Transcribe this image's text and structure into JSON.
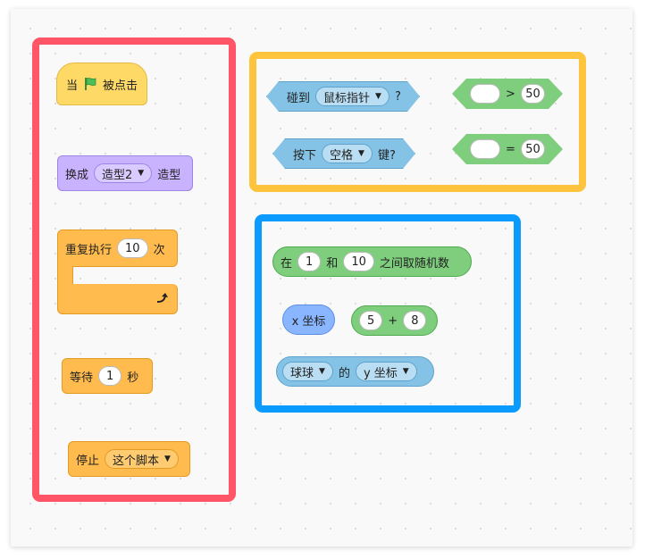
{
  "events": {
    "when_prefix": "当",
    "when_suffix": "被点击",
    "flag_icon": "green-flag-icon"
  },
  "looks": {
    "switch_prefix": "换成",
    "costume_value": "造型2",
    "switch_suffix": "造型"
  },
  "control": {
    "repeat_label": "重复执行",
    "repeat_count": "10",
    "repeat_suffix": "次",
    "loop_icon": "loop-arrow-icon",
    "wait_prefix": "等待",
    "wait_value": "1",
    "wait_suffix": "秒",
    "stop_label": "停止",
    "stop_option": "这个脚本"
  },
  "sensing": {
    "touching_prefix": "碰到",
    "touching_option": "鼠标指针",
    "touching_suffix": "?",
    "key_prefix": "按下",
    "key_option": "空格",
    "key_suffix": "键?",
    "sprite_option": "球球",
    "of_label": "的",
    "property_option": "y 坐标"
  },
  "operators": {
    "gt_left": "",
    "gt_symbol": ">",
    "gt_right": "50",
    "eq_left": "",
    "eq_symbol": "=",
    "eq_right": "50",
    "random_prefix": "在",
    "random_from": "1",
    "random_and": "和",
    "random_to": "10",
    "random_suffix": "之间取随机数",
    "add_left": "5",
    "add_symbol": "+",
    "add_right": "8"
  },
  "motion": {
    "x_position": "x 坐标"
  },
  "colors": {
    "red_frame": "#ff5566",
    "yellow_frame": "#ffc43d",
    "blue_frame": "#0b9bff"
  }
}
